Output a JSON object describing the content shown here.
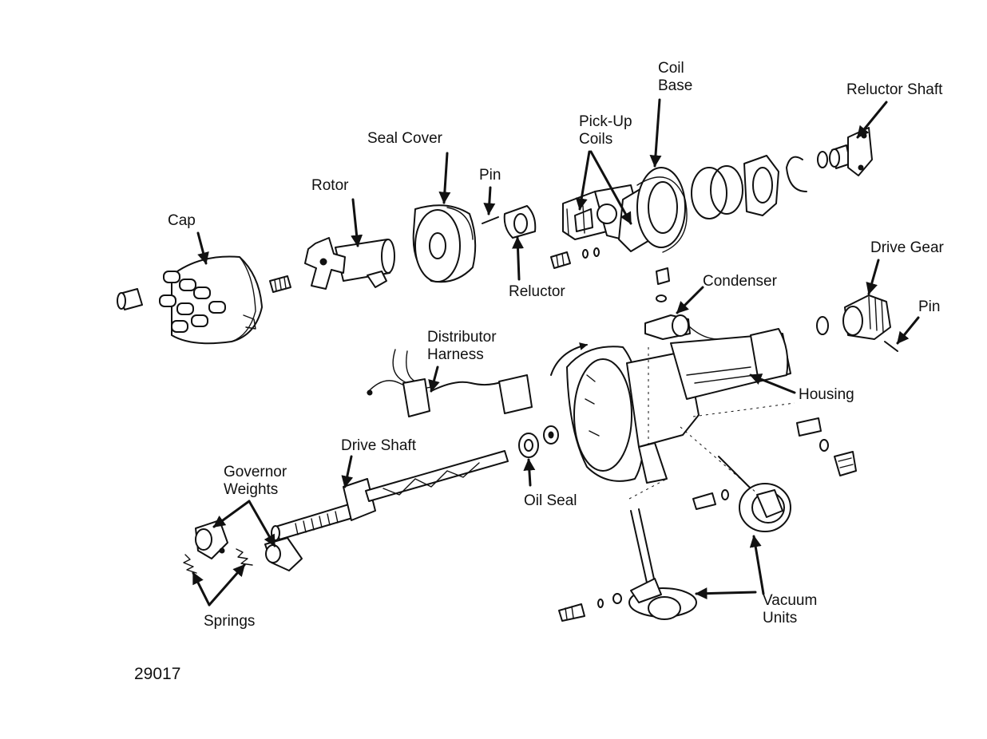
{
  "labels": {
    "coil_base_1": "Coil",
    "coil_base_2": "Base",
    "reluctor_shaft": "Reluctor Shaft",
    "pickup_1": "Pick-Up",
    "pickup_2": "Coils",
    "seal_cover": "Seal Cover",
    "pin_top": "Pin",
    "rotor": "Rotor",
    "cap": "Cap",
    "reluctor": "Reluctor",
    "condenser": "Condenser",
    "drive_gear": "Drive Gear",
    "pin_right": "Pin",
    "harness_1": "Distributor",
    "harness_2": "Harness",
    "housing": "Housing",
    "drive_shaft": "Drive Shaft",
    "governor_1": "Governor",
    "governor_2": "Weights",
    "oil_seal": "Oil Seal",
    "vacuum_1": "Vacuum",
    "vacuum_2": "Units",
    "springs": "Springs"
  },
  "figure_number": "29017"
}
